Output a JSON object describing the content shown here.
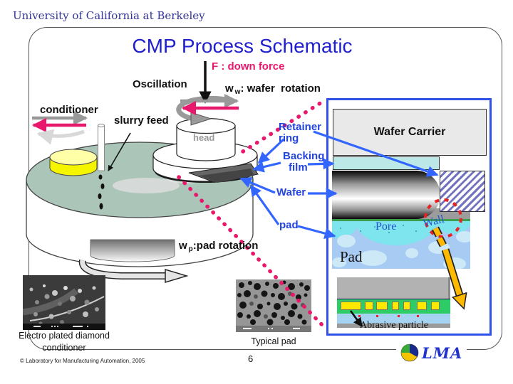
{
  "header": {
    "institution": "University of California at Berkeley"
  },
  "title": "CMP Process Schematic",
  "annotations": {
    "down_force": "F : down force",
    "oscillation": "Oscillation",
    "wafer_rotation": {
      "symbol": "w",
      "subscript": "w",
      "text": ": wafer  rotation"
    },
    "pad_rotation": {
      "symbol": "w",
      "subscript": "p",
      "text": ":pad rotation"
    },
    "conditioner": "conditioner",
    "slurry_feed": "slurry feed",
    "head": "head"
  },
  "callouts": {
    "retainer_ring": {
      "line1": "Retainer",
      "line2": "ring"
    },
    "backing_film": {
      "line1": "Backing",
      "line2": "film"
    },
    "wafer": "Wafer",
    "pad": "pad"
  },
  "panel": {
    "wafer_carrier": "Wafer Carrier",
    "pore": "Pore",
    "wall": "Wall",
    "pad": "Pad",
    "abrasive_particle": "Abrasive particle"
  },
  "captions": {
    "conditioner_image": {
      "line1": "Electro plated diamond",
      "line2": "conditioner"
    },
    "pad_image": "Typical pad"
  },
  "footer": {
    "copyright": "© Laboratory for Manufacturing Automation, 2005",
    "page_number": "6",
    "logo": "LMA"
  },
  "colors": {
    "title": "#2020CC",
    "header": "#333399",
    "accent_magenta": "#E8186D",
    "callout_blue": "#2244DD",
    "arrow_blue": "#3366FF",
    "panel_border": "#3050E8",
    "platen_top": "#ABC6B8",
    "conditioner_yellow": "#F5F500",
    "backing_film_cyan": "#BDE8E8",
    "pad_cross_blue": "#A7CBF2",
    "pore_cyan": "#7EE4EE",
    "detail_green": "#2ECC66",
    "detail_yellow": "#FFE800",
    "highlight_arrow": "#FFB900"
  }
}
